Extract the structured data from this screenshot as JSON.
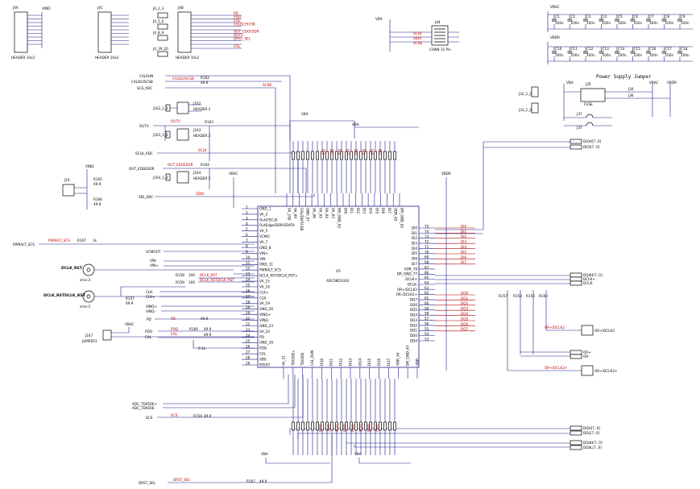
{
  "headers": [
    {
      "ref": "J4A",
      "name": "HEADER 10x2"
    },
    {
      "ref": "J4C",
      "name": "HEADER 10x2"
    },
    {
      "ref": "J4B",
      "name": "HEADER 10x2"
    }
  ],
  "small_headers": [
    "J4_2_3",
    "J4_5_6",
    "J4_8_9",
    "J4_19_20"
  ],
  "header_nets": [
    "PD",
    "PDQ",
    "CAL",
    "CALDLYSCSB",
    "OUT_EDGESDR",
    "OUTV",
    "DRST_SEL",
    "CAL"
  ],
  "power": {
    "vbac": "VBAC",
    "vbdr": "VBDR",
    "vba": "VBA",
    "vind": "VIND"
  },
  "jumper_title": "Power Supply Jumper",
  "jumper_refs": [
    "J35",
    "J34",
    "J36",
    "J37",
    "J32_1_2",
    "J33_1_2"
  ],
  "fuse": "FUSE",
  "cap_rows": {
    "top": [
      "C1",
      "C2",
      "C3",
      "C4",
      "C5",
      "C6",
      "C7",
      "C8",
      "C9"
    ],
    "bottom": [
      "C10",
      "C11",
      "C12",
      "C13",
      "C14",
      "C15",
      "C16",
      "C17",
      "C18"
    ],
    "value": "100n"
  },
  "connector": {
    "ref": "J44",
    "name": "CONN 12 Pin",
    "nets": [
      "SCLK",
      "SDIO",
      "SCSB"
    ]
  },
  "left_nets": [
    "CALRUN",
    "CALDLYSCSB",
    "SCS_ADC",
    "OUTV",
    "SCLK_ADC",
    "OUT_EDGESDR",
    "SDI_ADC",
    "PWRALT_SCS",
    "VCMOUT",
    "VIN-",
    "VIN+",
    "CLK-",
    "CLK+",
    "VINQ+",
    "VINQ-",
    "PD",
    "PDQ",
    "CAL",
    "ADC_TDIODE+",
    "ADC_TDIODE-",
    "SCS",
    "DRST_SEL"
  ],
  "mid_headers": [
    {
      "ref": "J162",
      "name": "HEADER 2",
      "left": "J162_1_2"
    },
    {
      "ref": "J163",
      "name": "HEADER 2",
      "left": "J163_1_2"
    },
    {
      "ref": "J164",
      "name": "HEADER 2",
      "left": "J164_1_2"
    }
  ],
  "ports": [
    {
      "name": "DCLK_RST",
      "type": "sma-3"
    },
    {
      "name": "DCLK_RSTDCLK_RST",
      "type": "sma-3"
    }
  ],
  "jumper1": {
    "ref": "J167",
    "name": "JUMPER1"
  },
  "j16": "J16",
  "resistor_values": [
    "49.9",
    "100",
    "1k",
    "0.1k"
  ],
  "chip": {
    "ref": "U5",
    "part": "ADC08D1020",
    "left_pins": [
      "GND_1",
      "VA_2",
      "OutV/SCLK",
      "OutEdge/DDR/SDATA",
      "VA_5",
      "VCMO",
      "VA_7",
      "GND_8",
      "VIN+",
      "VIN-",
      "GND_11",
      "PWRALT_SCS",
      "DCLK_RST/DCLK_RST+",
      "VA_15",
      "VA_16",
      "CLK+",
      "CLK-",
      "VA_19",
      "GND_20",
      "VINQ+",
      "VINQ-",
      "GND_23",
      "VA_24",
      "PD",
      "GND_26",
      "PDQ",
      "CAL",
      "VBG",
      "RTEXT"
    ],
    "right_pins": [
      "DI0",
      "DI1",
      "DI2",
      "DI3",
      "DI4",
      "DI5",
      "DI6",
      "DI7",
      "VDR_78",
      "DR_GND_77",
      "DCLK+",
      "DCLK-",
      "OR+/DCLK2",
      "OR-/DCLK2+",
      "DQ7",
      "DQ6",
      "DQ5",
      "DQ4",
      "DQ3",
      "DQ2",
      "DQ1",
      "DQ0",
      "DQd"
    ],
    "top_pins": [
      "VA_100",
      "VA_99",
      "CAL/DLYSCSB",
      "GND_97",
      "VA_96",
      "VA_95",
      "VA_94",
      "VA_93",
      "DR_GND_92",
      "DI0",
      "DI1",
      "DI2",
      "DI3",
      "DI4",
      "DI5",
      "DI6",
      "DI7",
      "VDR_83",
      "DR_GND_82"
    ],
    "bottom_pins": [
      "VA_31",
      "TDIODE+",
      "TDIODE-",
      "CAL_RUN",
      "DQ0",
      "DQ1",
      "DQ2",
      "DQ3",
      "DQ4",
      "DQ5",
      "DQ6",
      "DQ7",
      "VDR_44",
      "DR_GND_45",
      "VDR"
    ]
  },
  "right_nets_data": [
    "DI0",
    "DI1",
    "DI2",
    "DI3",
    "DI4",
    "DI5",
    "DI6",
    "DI7",
    "DQ0",
    "DQ1",
    "DQ2",
    "DQ3",
    "DQ4",
    "DQ5",
    "DQ6",
    "DQ7"
  ],
  "out_ports": [
    "DIOH[7..0]",
    "DIOI[7..0]",
    "DCLK+",
    "DCLK-",
    "OR+",
    "OR-",
    "DQdH[7..0]",
    "DQdL[7..0]",
    "DQH[7..0]",
    "DQL[7..0]"
  ],
  "right_labels": [
    "OR+/DCLK2",
    "OR+/DCLK2+"
  ],
  "resistor_refs": [
    "R157",
    "R158",
    "R159",
    "R160",
    "R162",
    "R163",
    "R164",
    "R165",
    "R166",
    "R167"
  ]
}
